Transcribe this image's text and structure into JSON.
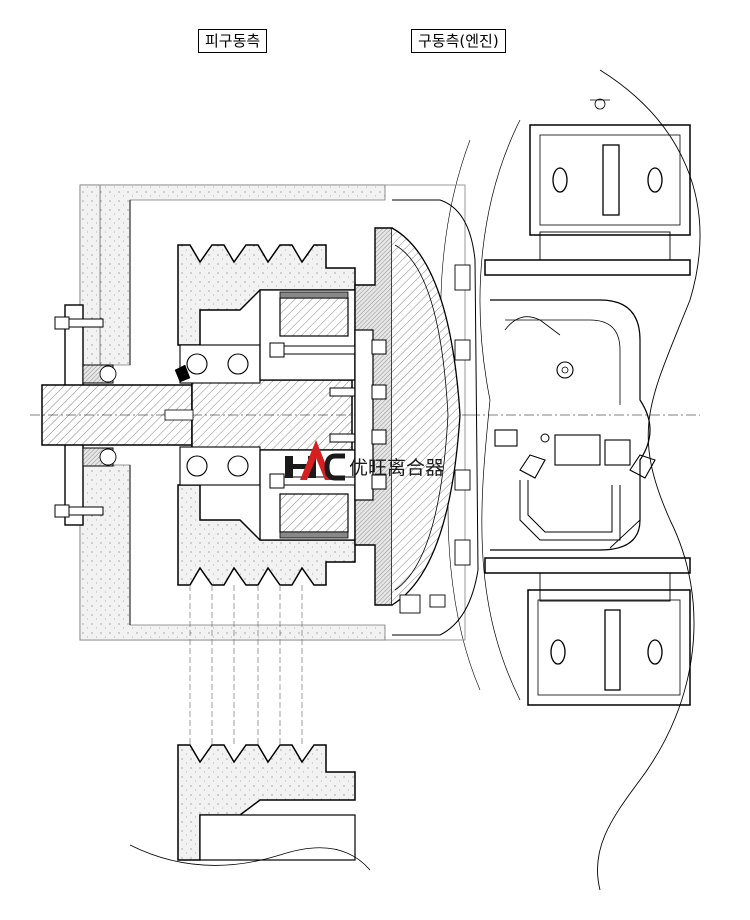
{
  "labels": {
    "driven_side": "피구동측",
    "driving_side": "구동측(엔진)"
  },
  "watermark": {
    "logo_text": "HAC",
    "company_name": "优旺离合器"
  },
  "colors": {
    "line": "#000000",
    "hatch_fill": "#d9d9d9",
    "logo_red": "#d42020",
    "logo_dark": "#1a1a1a"
  }
}
